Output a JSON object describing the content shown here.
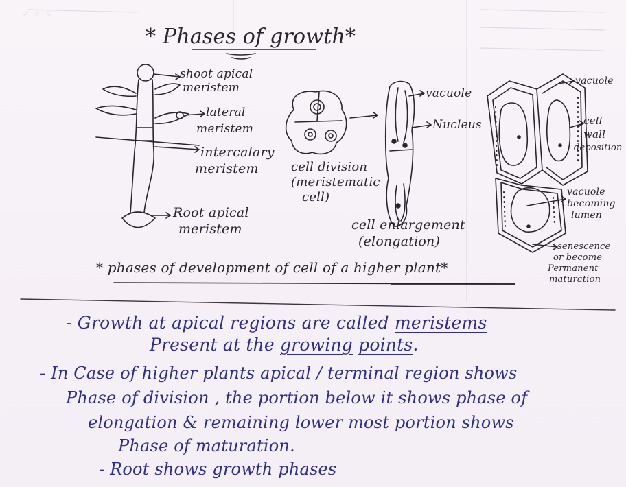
{
  "title": "* Phases of growth*",
  "labels": {
    "shoot_apical_1": "shoot apical",
    "shoot_apical_2": "meristem",
    "lateral_1": "lateral",
    "lateral_2": "meristem",
    "intercalary_1": "intercalary",
    "intercalary_2": "meristem",
    "root_apical_1": "Root apical",
    "root_apical_2": "meristem",
    "cell_division_1": "cell division",
    "cell_division_2": "(meristematic",
    "cell_division_3": "cell)",
    "vacuole_1": "vacuole",
    "nucleus": "Nucleus",
    "enlargement_1": "cell enlargement",
    "enlargement_2": "(elongation)",
    "vacuole_2": "vacuole",
    "cell_wall_1": "cell",
    "cell_wall_2": "wall",
    "cell_wall_3": "deposition",
    "vac_lumen_1": "vacuole",
    "vac_lumen_2": "becoming",
    "vac_lumen_3": "lumen",
    "senescence_1": "senescence",
    "senescence_2": "or become",
    "senescence_3": "Permanent",
    "senescence_4": "maturation"
  },
  "caption": "* phases of development of cell of a higher plant*",
  "notes": {
    "n1_a": "- Growth at apical regions are called ",
    "n1_b": "meristems",
    "n2_a": "Present at the ",
    "n2_b": "growing",
    "n2_c": "points",
    "n2_d": ".",
    "n3": "- In Case of higher plants apical / terminal region shows",
    "n4": "Phase of division , the portion below it shows phase of",
    "n5": "elongation & remaining lower most portion shows",
    "n6": "Phase of maturation.",
    "n7": "- Root shows growth phases"
  },
  "colors": {
    "pencil": "#2a2430",
    "ink_blue": "#2f2f8a",
    "paper": "#f6f1f7"
  }
}
